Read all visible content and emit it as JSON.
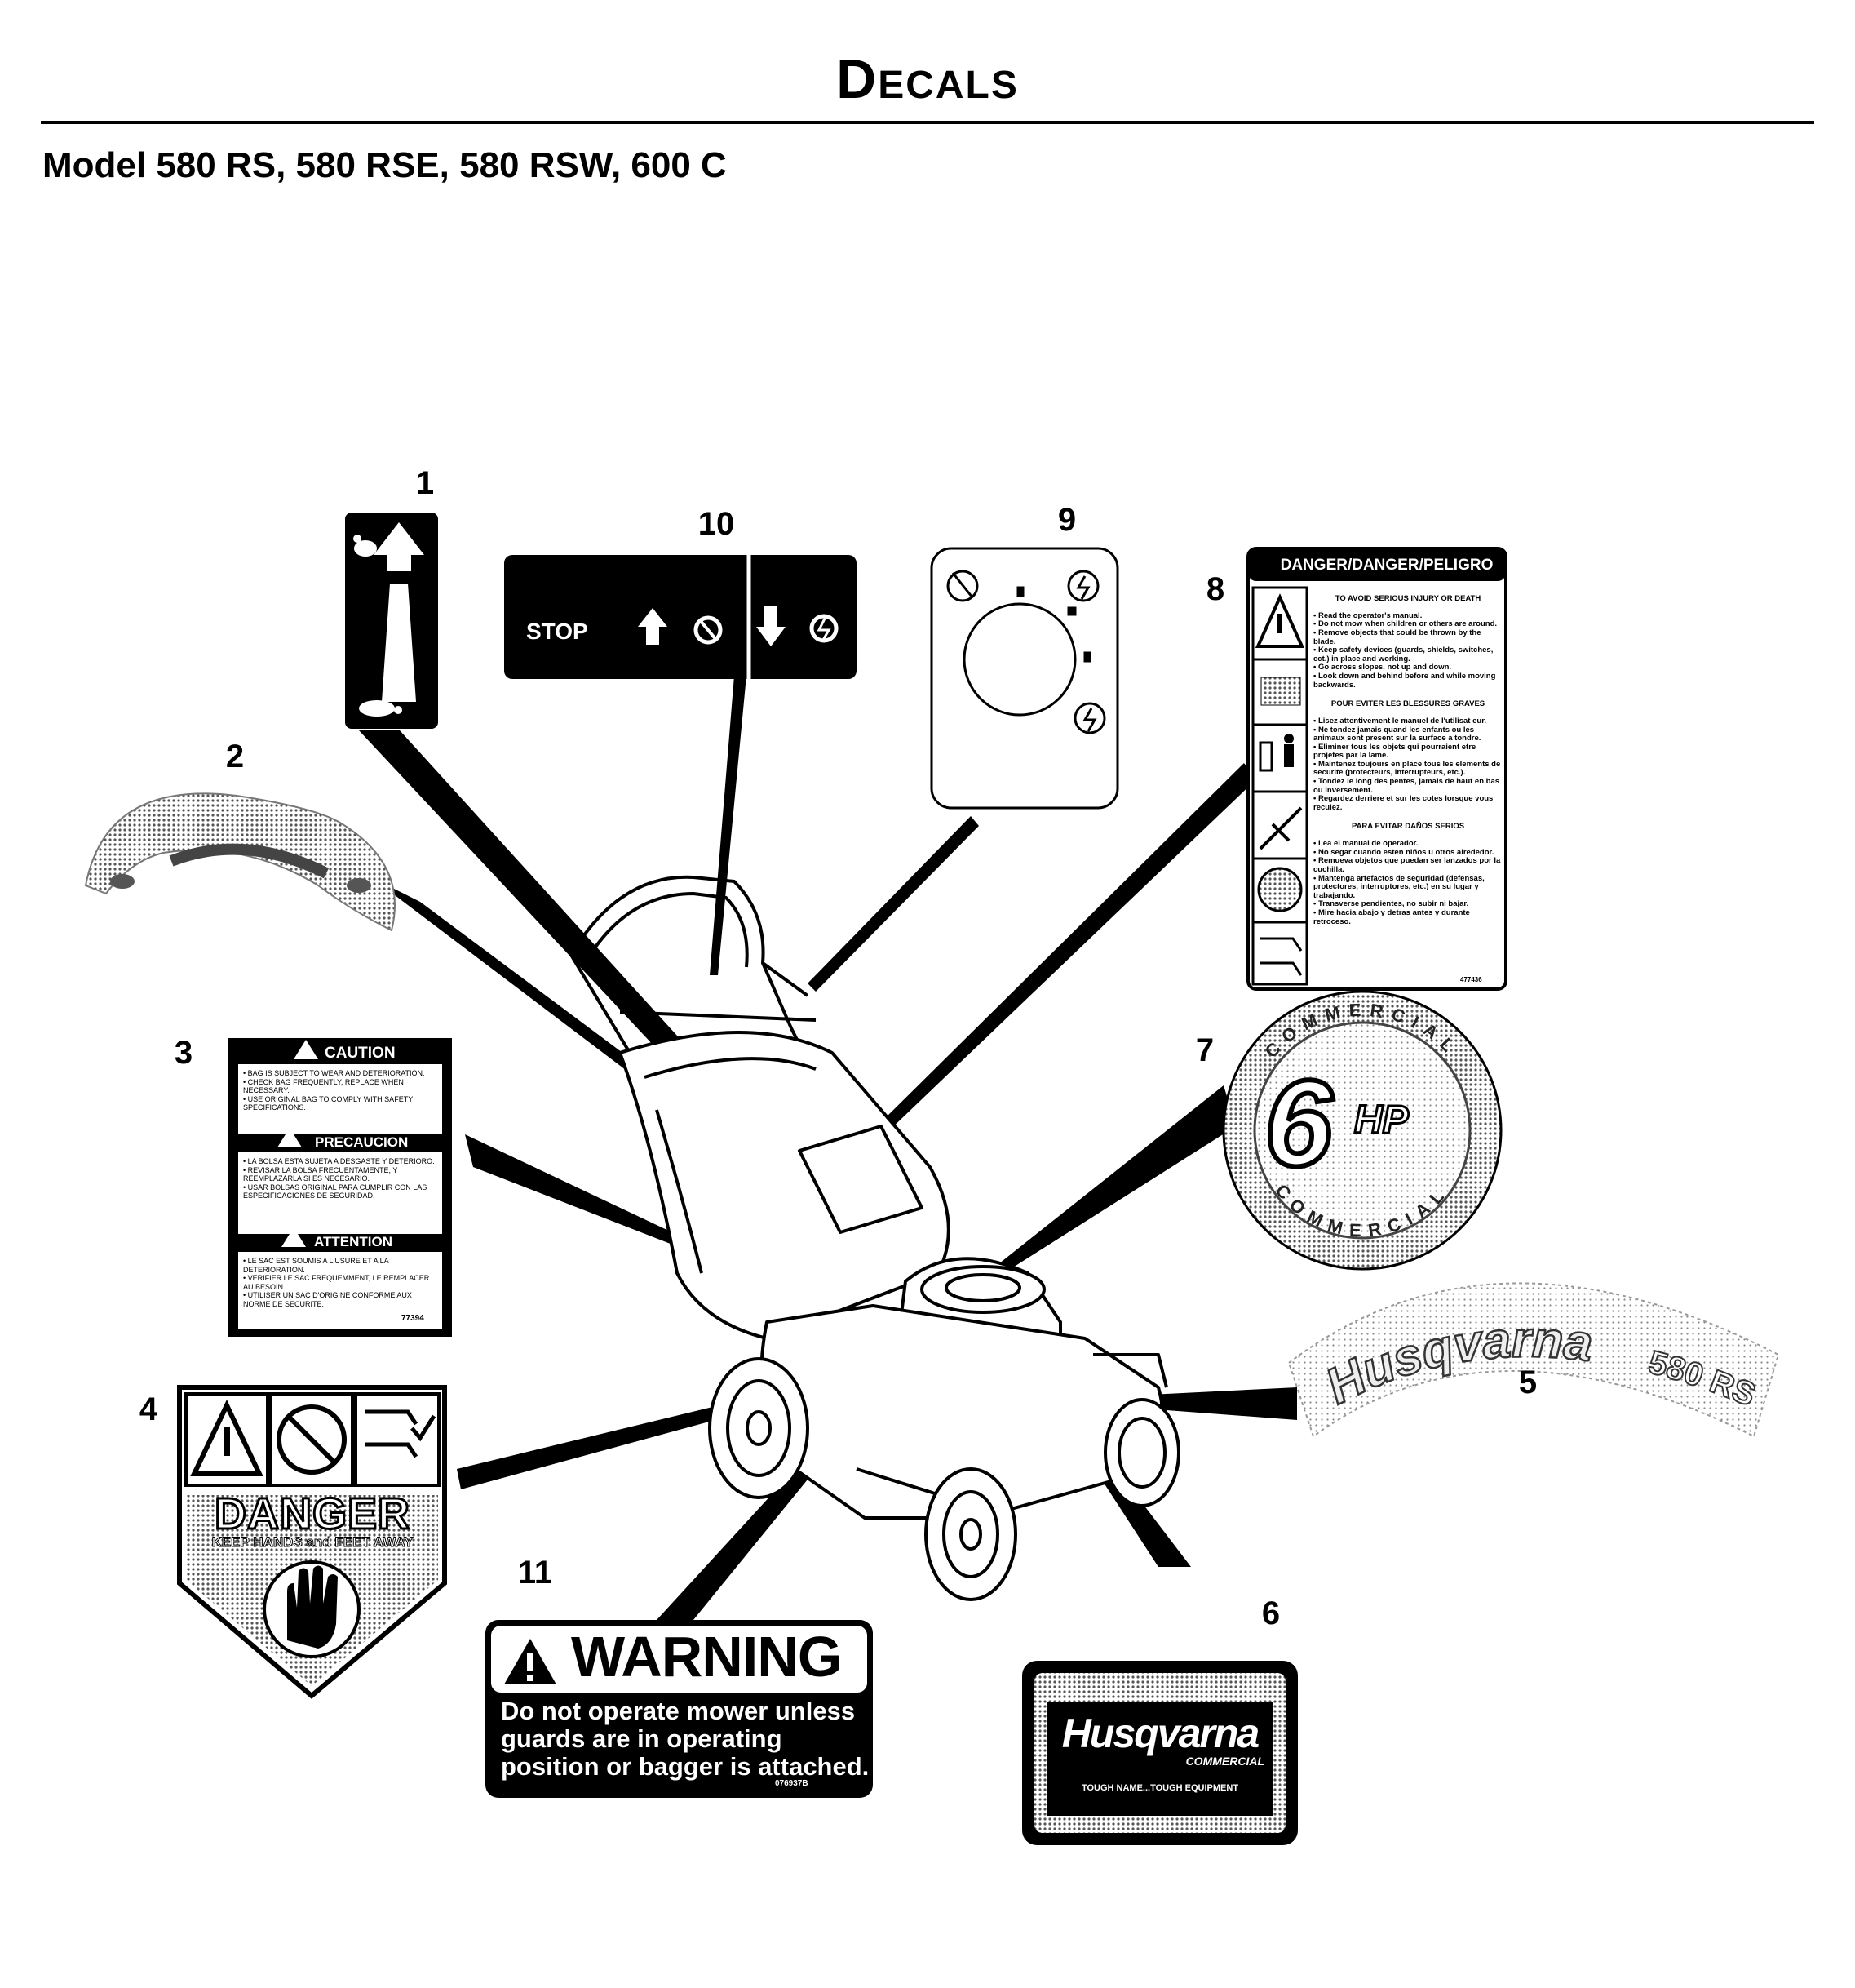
{
  "page": {
    "title": "Decals",
    "subtitle": "Model 580 RS, 580 RSE, 580 RSW, 600 C"
  },
  "callouts": [
    "1",
    "2",
    "3",
    "4",
    "5",
    "6",
    "7",
    "8",
    "9",
    "10",
    "11"
  ],
  "decal10": {
    "stop": "STOP"
  },
  "decal3": {
    "caution_title": "CAUTION",
    "caution_lines": "• BAG IS SUBJECT TO WEAR AND DETERIORATION.\n• CHECK BAG FREQUENTLY, REPLACE WHEN NECESSARY.\n• USE ORIGINAL BAG TO COMPLY WITH SAFETY SPECIFICATIONS.",
    "precaucion_title": "PRECAUCION",
    "precaucion_lines": "• LA BOLSA ESTA SUJETA A DESGASTE Y DETERIORO.\n• REVISAR LA BOLSA FRECUENTAMENTE, Y REEMPLAZARLA SI ES NECESARIO.\n• USAR BOLSAS ORIGINAL PARA CUMPLIR CON LAS ESPECIFICACIONES DE SEGURIDAD.",
    "attention_title": "ATTENTION",
    "attention_lines": "• LE SAC EST SOUMIS A L'USURE ET A LA DETERIORATION.\n• VERIFIER LE SAC FREQUEMMENT, LE REMPLACER AU BESOIN.\n• UTILISER UN SAC D'ORIGINE CONFORME AUX NORME DE SECURITE.",
    "part_no": "77394"
  },
  "decal4": {
    "danger": "DANGER",
    "subtext": "KEEP HANDS and FEET AWAY"
  },
  "decal11": {
    "warning": "WARNING",
    "line1": "Do not operate mower unless",
    "line2": "guards are in operating",
    "line3": "position or bagger is attached.",
    "part_no": "076937B"
  },
  "decal8": {
    "header": "DANGER/DANGER/PELIGRO",
    "en_title": "TO AVOID SERIOUS INJURY OR DEATH",
    "en_lines": "• Read the operator's manual.\n• Do not mow when children or others are around.\n• Remove objects that could be thrown by the blade.\n• Keep safety devices (guards, shields, switches, ect.) in place and working.\n• Go across slopes, not up and down.\n• Look down and behind before and while moving backwards.",
    "fr_title": "POUR EVITER LES BLESSURES GRAVES",
    "fr_lines": "• Lisez attentivement le manuel de l'utilisat eur.\n• Ne tondez jamais quand les enfants ou les animaux sont present sur la surface a tondre.\n• Eliminer tous les objets qui pourraient etre projetes par la lame.\n• Maintenez toujours en place tous les elements de securite (protecteurs, interrupteurs, etc.).\n• Tondez le long des pentes, jamais de haut en bas ou inversement.\n• Regardez derriere et sur les cotes lorsque vous reculez.",
    "es_title": "PARA EVITAR DAÑOS SERIOS",
    "es_lines": "• Lea el manual de operador.\n• No segar cuando esten niños u otros alrededor.\n• Remueva objetos que puedan ser lanzados por la cuchilla.\n• Mantenga artefactos de seguridad (defensas, protectores, interruptores, etc.) en su lugar y trabajando.\n• Transverse pendientes, no subir ni bajar.\n• Mire hacia abajo y detras antes y durante retroceso.",
    "part_no": "477436"
  },
  "decal7": {
    "ring_text": "COMMERCIAL",
    "hp": "6",
    "hp_unit": "HP"
  },
  "decal5": {
    "brand": "Husqvarna",
    "model": "580 RS"
  },
  "decal6": {
    "brand": "Husqvarna",
    "sub": "COMMERCIAL",
    "tagline": "TOUGH NAME...TOUGH EQUIPMENT"
  },
  "colors": {
    "ink": "#000000",
    "paper": "#ffffff",
    "screen": "#9a9a9a"
  }
}
